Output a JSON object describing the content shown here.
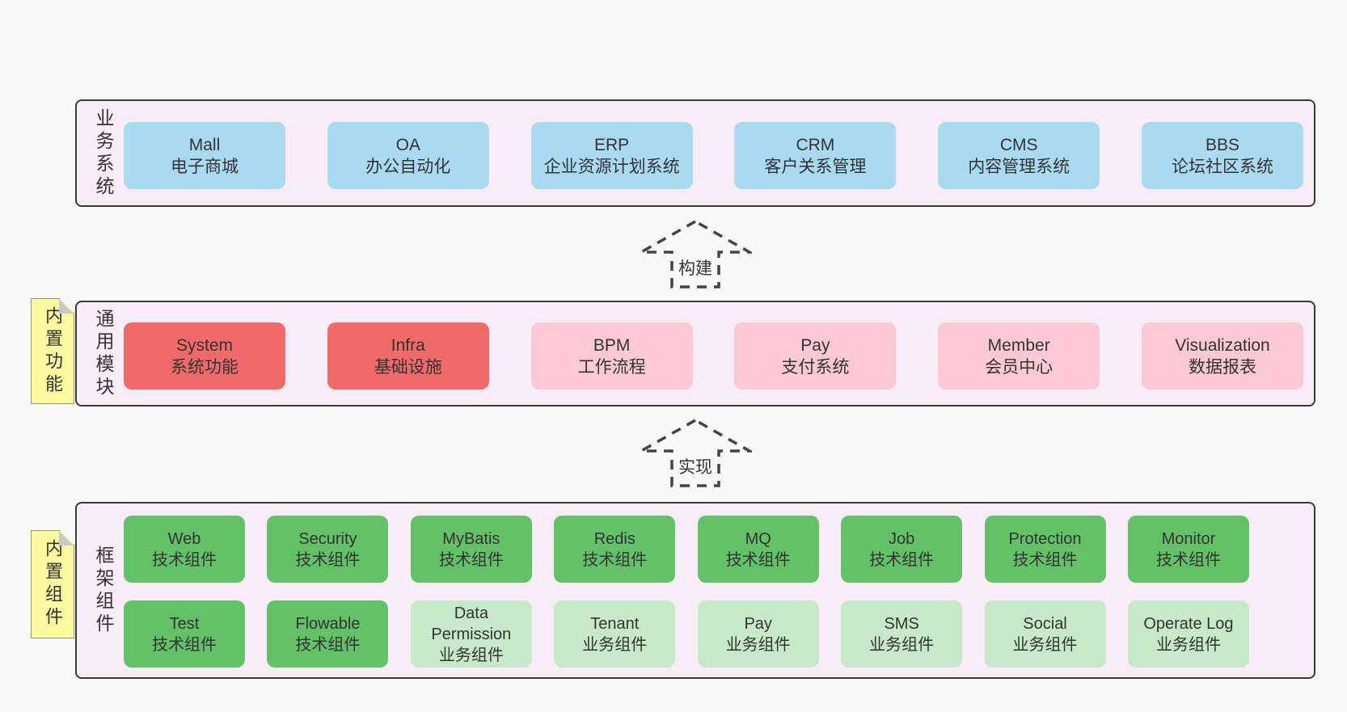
{
  "colors": {
    "page_bg": "#f8f8f8",
    "panel_bg": "#f8edf6",
    "panel_border": "#3a3a3a",
    "box_blue": "#aadaf2",
    "box_red": "#f16a6b",
    "box_pink": "#fbc9d3",
    "box_green": "#63c168",
    "box_lightgreen": "#c7e9c8",
    "note_yellow": "#fbf8a0",
    "note_fold_gray": "#c9c9c9",
    "arrow_dash": "#444444",
    "text": "#333333"
  },
  "rows": {
    "business": {
      "label": "业务系统",
      "boxes": [
        {
          "en": "Mall",
          "zh": "电子商城",
          "variant": "blue"
        },
        {
          "en": "OA",
          "zh": "办公自动化",
          "variant": "blue"
        },
        {
          "en": "ERP",
          "zh": "企业资源计划系统",
          "variant": "blue"
        },
        {
          "en": "CRM",
          "zh": "客户关系管理",
          "variant": "blue"
        },
        {
          "en": "CMS",
          "zh": "内容管理系统",
          "variant": "blue"
        },
        {
          "en": "BBS",
          "zh": "论坛社区系统",
          "variant": "blue"
        }
      ]
    },
    "modules": {
      "label": "通用模块",
      "note": "内置功能",
      "boxes": [
        {
          "en": "System",
          "zh": "系统功能",
          "variant": "red"
        },
        {
          "en": "Infra",
          "zh": "基础设施",
          "variant": "red"
        },
        {
          "en": "BPM",
          "zh": "工作流程",
          "variant": "pink"
        },
        {
          "en": "Pay",
          "zh": "支付系统",
          "variant": "pink"
        },
        {
          "en": "Member",
          "zh": "会员中心",
          "variant": "pink"
        },
        {
          "en": "Visualization",
          "zh": "数据报表",
          "variant": "pink"
        }
      ]
    },
    "components": {
      "label": "框架组件",
      "note": "内置组件",
      "row1": [
        {
          "en": "Web",
          "zh": "技术组件",
          "variant": "green"
        },
        {
          "en": "Security",
          "zh": "技术组件",
          "variant": "green"
        },
        {
          "en": "MyBatis",
          "zh": "技术组件",
          "variant": "green"
        },
        {
          "en": "Redis",
          "zh": "技术组件",
          "variant": "green"
        },
        {
          "en": "MQ",
          "zh": "技术组件",
          "variant": "green"
        },
        {
          "en": "Job",
          "zh": "技术组件",
          "variant": "green"
        },
        {
          "en": "Protection",
          "zh": "技术组件",
          "variant": "green"
        },
        {
          "en": "Monitor",
          "zh": "技术组件",
          "variant": "green"
        }
      ],
      "row2": [
        {
          "en": "Test",
          "zh": "技术组件",
          "variant": "green"
        },
        {
          "en": "Flowable",
          "zh": "技术组件",
          "variant": "green"
        },
        {
          "en": "Data Permission",
          "zh": "业务组件",
          "variant": "lightgreen"
        },
        {
          "en": "Tenant",
          "zh": "业务组件",
          "variant": "lightgreen"
        },
        {
          "en": "Pay",
          "zh": "业务组件",
          "variant": "lightgreen"
        },
        {
          "en": "SMS",
          "zh": "业务组件",
          "variant": "lightgreen"
        },
        {
          "en": "Social",
          "zh": "业务组件",
          "variant": "lightgreen"
        },
        {
          "en": "Operate Log",
          "zh": "业务组件",
          "variant": "lightgreen"
        }
      ]
    }
  },
  "arrows": [
    {
      "label": "构建"
    },
    {
      "label": "实现"
    }
  ]
}
